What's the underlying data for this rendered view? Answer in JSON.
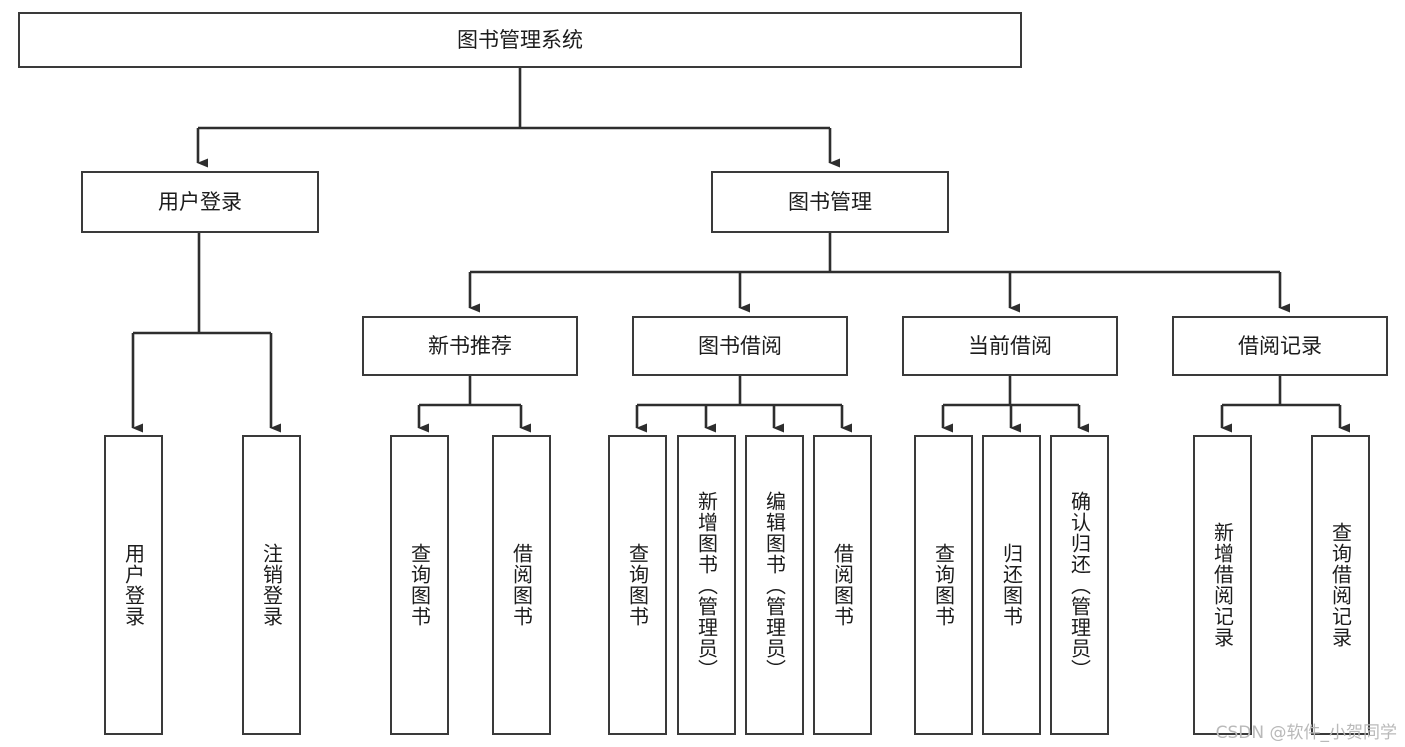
{
  "diagram": {
    "title": "图书管理系统",
    "type": "tree-hierarchy-chart",
    "root": {
      "label": "图书管理系统"
    },
    "level2": [
      {
        "label": "用户登录"
      },
      {
        "label": "图书管理"
      }
    ],
    "level3": [
      {
        "label": "新书推荐"
      },
      {
        "label": "图书借阅"
      },
      {
        "label": "当前借阅"
      },
      {
        "label": "借阅记录"
      }
    ],
    "leaves": {
      "user_login": [
        {
          "label": "用户登录"
        },
        {
          "label": "注销登录"
        }
      ],
      "new_book_recommend": [
        {
          "label": "查询图书"
        },
        {
          "label": "借阅图书"
        }
      ],
      "book_borrow": [
        {
          "label": "查询图书"
        },
        {
          "label": "新增图书（管理员）"
        },
        {
          "label": "编辑图书（管理员）"
        },
        {
          "label": "借阅图书"
        }
      ],
      "current_borrow": [
        {
          "label": "查询图书"
        },
        {
          "label": "归还图书"
        },
        {
          "label": "确认归还（管理员）"
        }
      ],
      "borrow_record": [
        {
          "label": "新增借阅记录"
        },
        {
          "label": "查询借阅记录"
        }
      ]
    }
  },
  "watermark": {
    "text": "CSDN @软件_小贺同学"
  },
  "colors": {
    "stroke": "#3a3a3a",
    "text": "#1c1c1c",
    "background": "#ffffff",
    "watermark": "#b9b9b9"
  }
}
